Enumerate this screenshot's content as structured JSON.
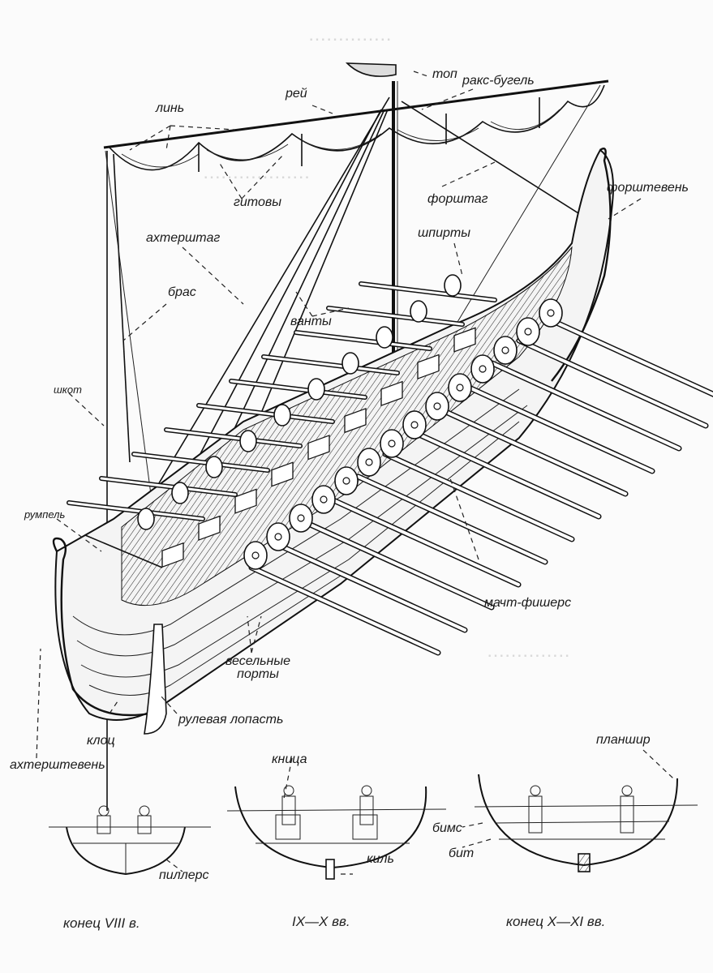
{
  "diagram": {
    "subject": "Viking longship rigging and hull (Russian labels)",
    "labels": {
      "top": "топ",
      "raks_bugel": "ракс-бугель",
      "rey": "рей",
      "lin": "линь",
      "gitovy": "гитовы",
      "forshtag": "форштаг",
      "forshteven": "форштевень",
      "shpirty": "шпирты",
      "akhtershtag": "ахтерштаг",
      "bras": "брас",
      "vanty": "ванты",
      "shkot": "шкот",
      "rumpel": "румпель",
      "veselnye_porty": "весельные порты",
      "macht_fishers": "мачт-фишерс",
      "rulevaya_lopast": "рулевая лопасть",
      "klots": "клоц",
      "akhtershteven": "ахтерштевень"
    },
    "cross_sections": [
      {
        "caption": "конец VIII в.",
        "labels": [
          "пиллерс"
        ]
      },
      {
        "caption": "IX—X вв.",
        "labels": [
          "кница",
          "киль"
        ]
      },
      {
        "caption": "конец X—XI вв.",
        "labels": [
          "планшир",
          "бимс",
          "бит"
        ]
      }
    ]
  }
}
